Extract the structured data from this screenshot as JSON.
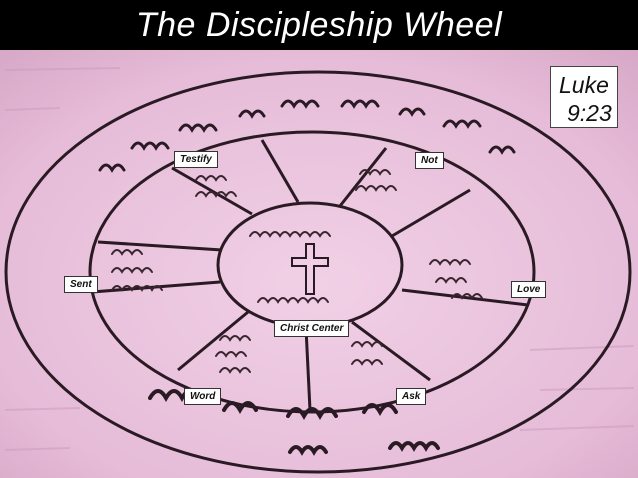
{
  "title": "The Discipleship Wheel",
  "reference": {
    "line1": "Luke",
    "line2": "9:23"
  },
  "labels": {
    "testify": "Testify",
    "not": "Not",
    "sent": "Sent",
    "love": "Love",
    "christ_center": "Christ Center",
    "word": "Word",
    "ask": "Ask"
  },
  "colors": {
    "paper": "#e9c2dd",
    "ink": "#2a1a24",
    "title_bg": "#000000"
  }
}
